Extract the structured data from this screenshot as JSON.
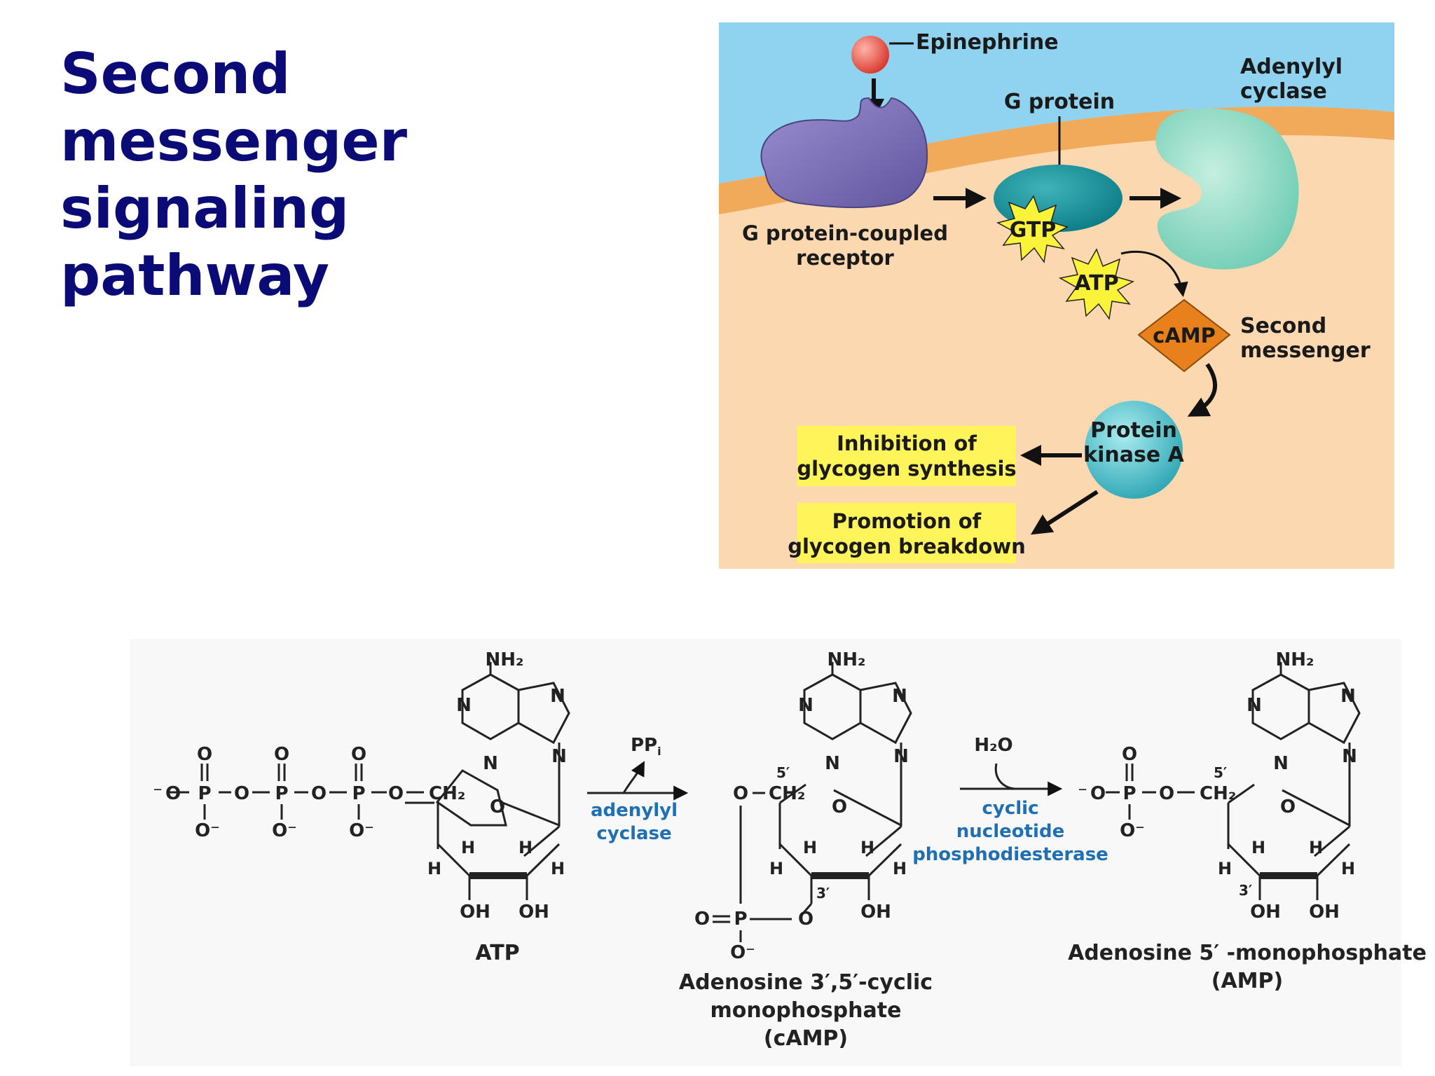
{
  "title": {
    "line1": "Second messenger",
    "line2": "signaling pathway"
  },
  "pathway": {
    "epinephrine": "Epinephrine",
    "g_protein": "G protein",
    "adenylyl_cyclase": [
      "Adenylyl",
      "cyclase"
    ],
    "gpcr": [
      "G protein-coupled",
      "receptor"
    ],
    "gtp": "GTP",
    "atp": "ATP",
    "camp": "cAMP",
    "second_messenger": [
      "Second",
      "messenger"
    ],
    "pka": [
      "Protein",
      "kinase A"
    ],
    "effect1": [
      "Inhibition of",
      "glycogen synthesis"
    ],
    "effect2": [
      "Promotion of",
      "glycogen breakdown"
    ]
  },
  "reaction": {
    "atp_name": "ATP",
    "camp_name": [
      "Adenosine 3′,5′-cyclic",
      "monophosphate",
      "(cAMP)"
    ],
    "amp_name": [
      "Adenosine 5′ -monophosphate",
      "(AMP)"
    ],
    "enzyme1": [
      "adenylyl",
      "cyclase"
    ],
    "enzyme2": [
      "cyclic",
      "nucleotide",
      "phosphodiesterase"
    ],
    "pp": "PP",
    "pp_sub": "i",
    "water": "H₂O",
    "nh2": "NH₂",
    "ch2": "CH₂",
    "oh": "OH",
    "o": "O",
    "o_minus": "O⁻",
    "p": "P",
    "n": "N",
    "h": "H",
    "prime5": "5′",
    "prime3": "3′",
    "minus": "⁻"
  },
  "colors": {
    "title": "#0b0b78",
    "enzyme_text": "#1f6fb5",
    "sky": "#8fd3f0",
    "membrane": "#f1a95a",
    "cytoplasm": "#fbd8b0",
    "label_box": "#fff45a"
  }
}
